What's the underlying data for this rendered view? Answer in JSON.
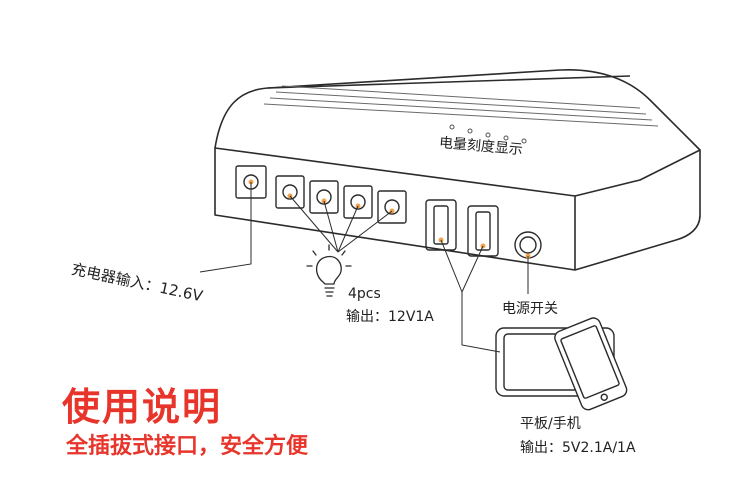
{
  "labels": {
    "battery_display": "电量刻度显示",
    "charger_input": "充电器输入：12.6V",
    "dc_count": "4pcs",
    "dc_output": "输出：12V1A",
    "power_switch": "电源开关",
    "usb_device": "平板/手机",
    "usb_output": "输出：5V2.1A/1A"
  },
  "title": "使用说明",
  "subtitle": "全插拔式接口，安全方便",
  "colors": {
    "accent_dot": "#f2a24a",
    "title_red": "#e8352b",
    "line": "#2b2b2b"
  }
}
